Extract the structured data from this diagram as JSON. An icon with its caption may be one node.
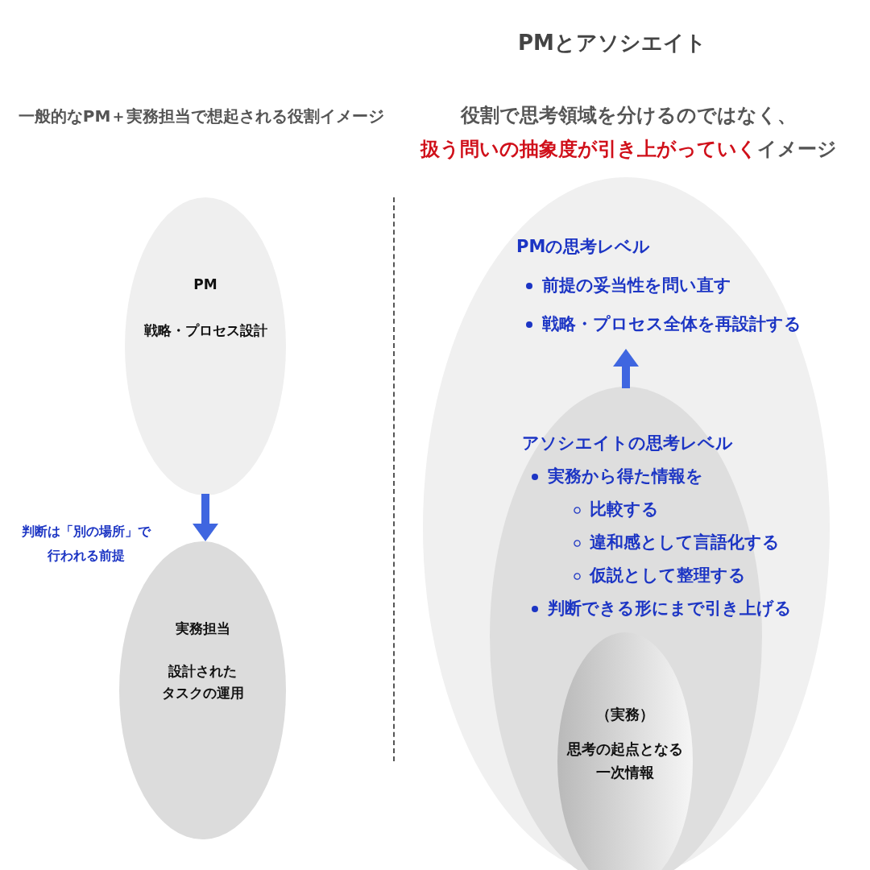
{
  "diagram": {
    "title": "PMとアソシエイト",
    "nodes": [
      {
        "text": [
          "PM",
          "戦略・プロセス設計"
        ]
      },
      {
        "text": [
          "実務担当",
          "設計された",
          "タスクの運用"
        ]
      },
      {
        "text": [],
        "shape": "circle"
      },
      {
        "text": [
          "PMの思考レベル",
          "前提の妥当性を問い直す",
          "戦略・プロセス全体を再設計する"
        ],
        "in": 2
      },
      {
        "text": [
          "アソシエイトの思考レベル",
          "実務から得た情報を",
          "比較する",
          "違和感として言語化する",
          "仮説として整理する",
          "判断できる形にまで引き上げる"
        ],
        "in": 2
      },
      {
        "text": [
          "（実務）",
          "思考の起点となる一次情報"
        ],
        "in": 4
      }
    ],
    "edges": [
      {
        "from": 0,
        "to": 1,
        "arrow": "to",
        "label": "判断は「別の場所」で行われる前提"
      },
      {
        "from": 4,
        "to": 3,
        "arrow": "to"
      }
    ],
    "labels": [
      "一般的なPM＋実務担当で想起される役割イメージ",
      "役割で思考領域を分けるのではなく、",
      "**扱う問いの抽象度が引き上がっていく**イメージ"
    ]
  }
}
